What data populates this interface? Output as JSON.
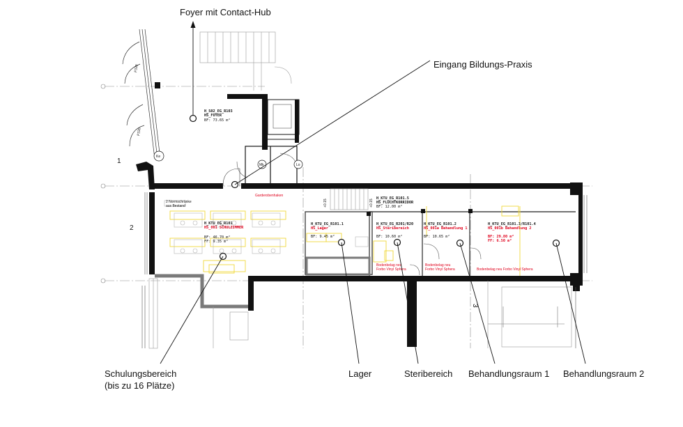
{
  "callouts": {
    "foyer": "Foyer mit Contact-Hub",
    "entrance": "Eingang Bildungs-Praxis",
    "training_line1": "Schulungsbereich",
    "training_line2": "(bis zu 16 Plätze)",
    "storage": "Lager",
    "sterile": "Steribereich",
    "treatment1": "Behandlungsraum 1",
    "treatment2": "Behandlungsraum 2"
  },
  "axis_labels": [
    "1",
    "2",
    "3"
  ],
  "rooms": {
    "foyer": {
      "id": "H_S02_EG_R103",
      "name": "HS_FOYER",
      "area": "BF: 73.65 m²"
    },
    "corridor": {
      "id": "H_KTU_EG_R101.5",
      "name": "HS_FLUCHTKORRIDOR",
      "area": "BF: 12.00 m²"
    },
    "training": {
      "id": "H_KTU_EG_R101",
      "name": "HS_001 SCHULZIMMER",
      "area": "BF: 46.70 m²",
      "area2": "FF: 9.35 m²"
    },
    "storage": {
      "id": "H_KTU_EG_R101.1",
      "name": "HS_Lager",
      "area": "BF: 9.45 m²"
    },
    "sterile": {
      "id": "H_KTU_EG_R201/R20",
      "name": "HS_Steribereich",
      "area": "BF: 10.60 m²"
    },
    "treatment1": {
      "id": "H_KTU_EG_R101.2",
      "name": "HS_001a Behandlung 1",
      "area": "BF: 10.65 m²"
    },
    "treatment2": {
      "id": "H_KTU_EG_R101.3/R101.4",
      "name": "HS_001b Behandlung 2",
      "area": "BF: 29.80 m²",
      "area2": "FF: 6.50 m²"
    }
  },
  "notes": {
    "wardrobe": "Garderobenhaken",
    "cabinets_line1": "2 Normschränke",
    "cabinets_line2": "aus Bestand",
    "floor_sterile_1": "Bodenbelag neu",
    "floor_sterile_2": "Forbo Vinyl Sphera",
    "floor_t1_1": "Bodenbelag neu",
    "floor_t1_2": "Forbo Vinyl Sphera",
    "floor_t2": "Bodenbelag neu Forbo Vinyl Sphera",
    "ke": "Ke",
    "mk": "Mk",
    "lo": "Lo",
    "level1": "+0.15",
    "level2": "+0.15"
  },
  "colors": {
    "wall": "#111111",
    "guide": "#888888",
    "furniture": "#f5e642",
    "red_text": "#e0001b",
    "grey_wall": "#7a7a7a"
  }
}
